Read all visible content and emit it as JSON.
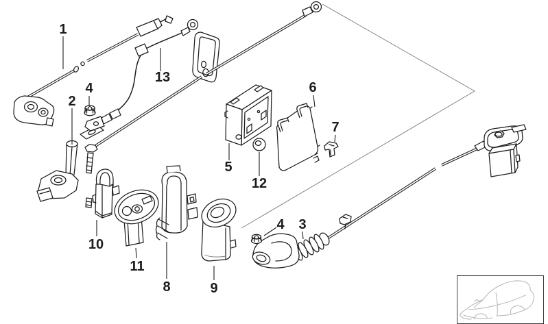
{
  "diagram": {
    "background_color": "#ffffff",
    "line_color": "#1c1c1c",
    "thin_line_color": "#7a7a7a",
    "car_line_color": "#b5b5b5",
    "part_labels": {
      "p1": "1",
      "p2": "2",
      "p3": "3",
      "p4a": "4",
      "p4b": "4",
      "p5": "5",
      "p6": "6",
      "p7": "7",
      "p8": "8",
      "p9": "9",
      "p10": "10",
      "p11": "11",
      "p12": "12",
      "p13": "13"
    },
    "car_thumbnail": {
      "icon": "car-side-outline"
    }
  }
}
